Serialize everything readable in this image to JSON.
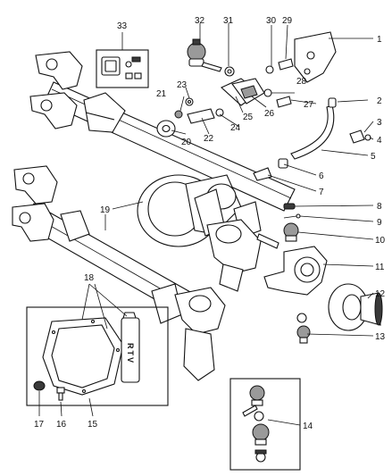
{
  "callouts": {
    "c1": "1",
    "c2": "2",
    "c3": "3",
    "c4": "4",
    "c5": "5",
    "c6": "6",
    "c7": "7",
    "c8": "8",
    "c9": "9",
    "c10": "10",
    "c11": "11",
    "c12": "12",
    "c13": "13",
    "c14": "14",
    "c15": "15",
    "c16": "16",
    "c17": "17",
    "c18": "18",
    "c19": "19",
    "c20": "20",
    "c21": "21",
    "c22": "22",
    "c23": "23",
    "c24": "24",
    "c25": "25",
    "c26": "26",
    "c27": "27",
    "c28": "28",
    "c29": "29",
    "c30": "30",
    "c31": "31",
    "c32": "32",
    "c33": "33"
  },
  "tube_label": "RTV"
}
